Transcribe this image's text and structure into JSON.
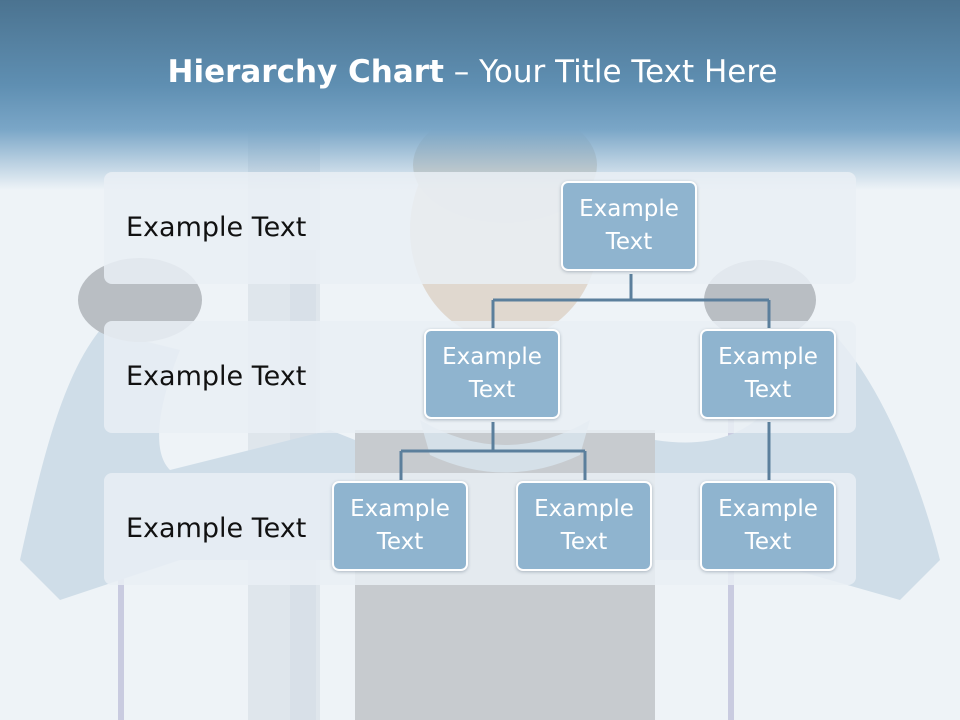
{
  "title": {
    "bold": "Hierarchy Chart",
    "separator": " – ",
    "rest": "Your Title Text Here"
  },
  "rows": [
    {
      "label": "Example Text"
    },
    {
      "label": "Example Text"
    },
    {
      "label": "Example Text"
    }
  ],
  "nodes": {
    "top": "Example Text",
    "mid_left": "Example Text",
    "mid_right": "Example Text",
    "bottom_1": "Example Text",
    "bottom_2": "Example Text",
    "bottom_3": "Example Text"
  },
  "colors": {
    "header": "#5f8fb2",
    "node_fill": "#8fb4cf",
    "connector": "#5b7f9c"
  }
}
